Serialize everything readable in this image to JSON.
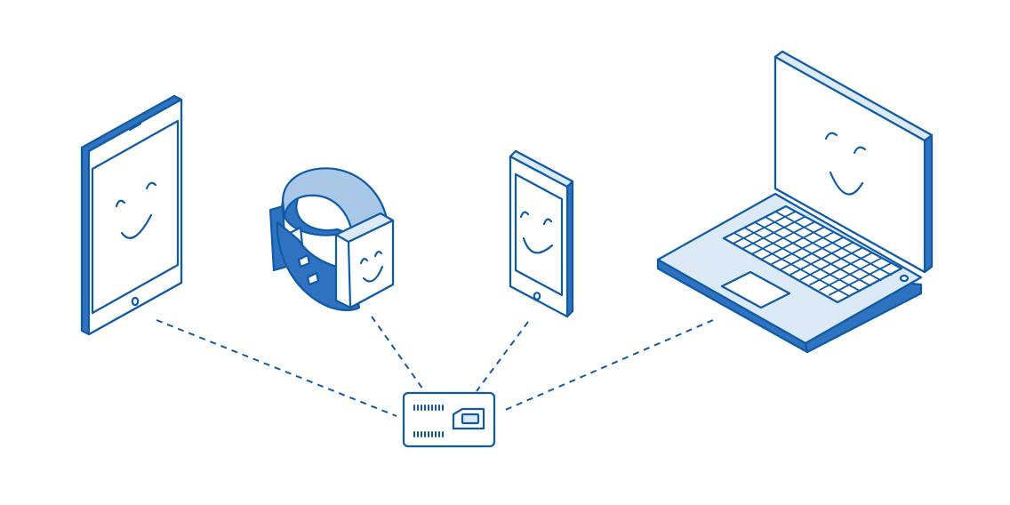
{
  "illustration": {
    "devices": [
      {
        "id": "tablet",
        "icon": "tablet-icon"
      },
      {
        "id": "smartwatch",
        "icon": "smartwatch-icon"
      },
      {
        "id": "smartphone",
        "icon": "smartphone-icon"
      },
      {
        "id": "laptop",
        "icon": "laptop-icon"
      }
    ],
    "hub": {
      "icon": "sim-card-icon"
    },
    "colors": {
      "stroke": "#0f5aa6",
      "fill_light": "#dce9f6",
      "fill_mid": "#a9c8e8",
      "fill_dark": "#2f72bf",
      "background": "#ffffff"
    }
  }
}
